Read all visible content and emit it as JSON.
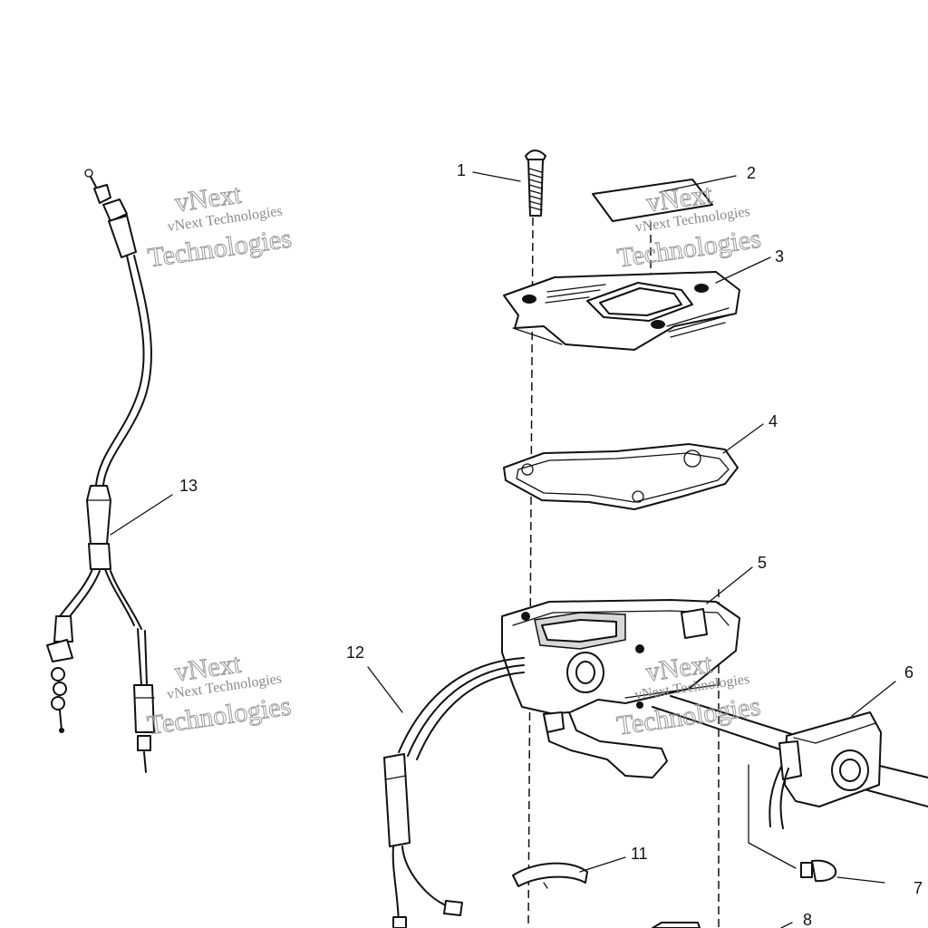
{
  "callouts": {
    "c1": "1",
    "c2": "2",
    "c3": "3",
    "c4": "4",
    "c5": "5",
    "c6": "6",
    "c7": "7",
    "c8": "8",
    "c11": "11",
    "c12": "12",
    "c13": "13"
  },
  "watermark": {
    "line1": "vNext Technologies",
    "line2": "vNext",
    "line3": "Technologies"
  }
}
